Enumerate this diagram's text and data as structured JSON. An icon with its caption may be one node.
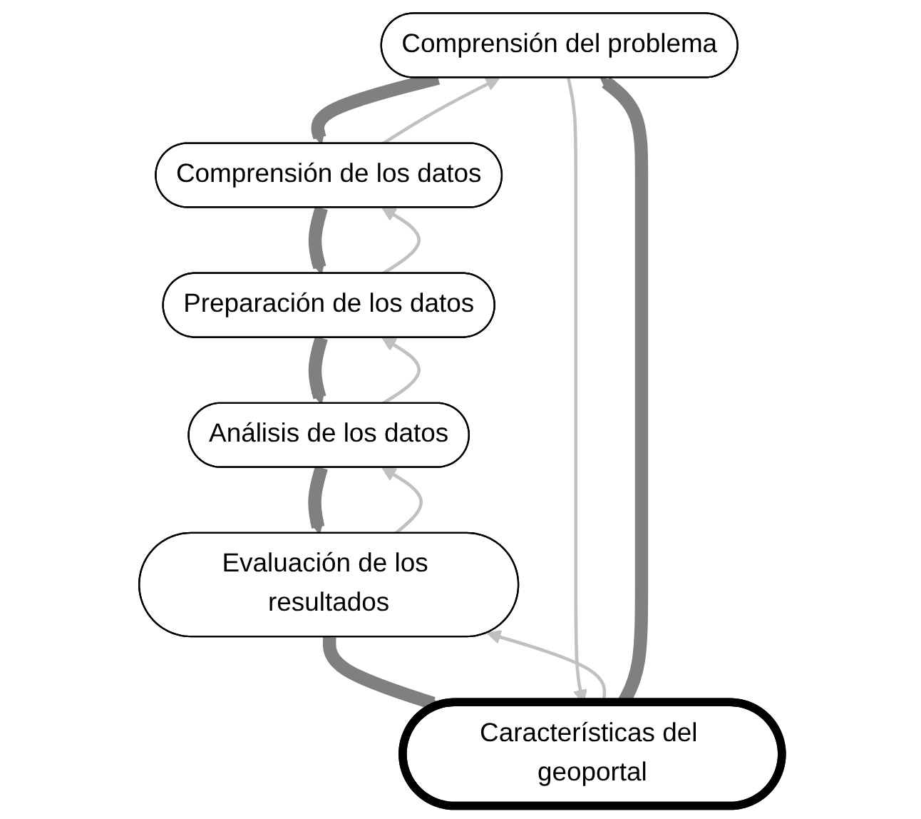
{
  "diagram": {
    "nodes": [
      {
        "text": [
          "Comprensión del problema"
        ]
      },
      {
        "text": [
          "Comprensión de los datos"
        ]
      },
      {
        "text": [
          "Preparación de los datos"
        ]
      },
      {
        "text": [
          "Análisis de los datos"
        ]
      },
      {
        "text": [
          "Evaluación de los resultados"
        ]
      },
      {
        "text": [
          "Características del geoportal"
        ]
      }
    ],
    "edges": [
      {
        "from": 0,
        "to": 1,
        "arrow": "to",
        "style": "thick",
        "color": "#808080"
      },
      {
        "from": 1,
        "to": 0,
        "arrow": "to",
        "color": "#c0c0c0"
      },
      {
        "from": 1,
        "to": 2,
        "arrow": "to",
        "style": "thick",
        "color": "#808080"
      },
      {
        "from": 2,
        "to": 1,
        "arrow": "to",
        "color": "#c0c0c0"
      },
      {
        "from": 2,
        "to": 3,
        "arrow": "to",
        "style": "thick",
        "color": "#808080"
      },
      {
        "from": 3,
        "to": 2,
        "arrow": "to",
        "color": "#c0c0c0"
      },
      {
        "from": 3,
        "to": 4,
        "arrow": "to",
        "style": "thick",
        "color": "#808080"
      },
      {
        "from": 4,
        "to": 3,
        "arrow": "to",
        "color": "#c0c0c0"
      },
      {
        "from": 4,
        "to": 5,
        "arrow": "to",
        "style": "thick",
        "color": "#808080"
      },
      {
        "from": 5,
        "to": 4,
        "arrow": "to",
        "color": "#c0c0c0"
      },
      {
        "from": 5,
        "to": 0,
        "arrow": "to",
        "style": "thick",
        "color": "#808080"
      },
      {
        "from": 0,
        "to": 5,
        "arrow": "to",
        "color": "#c0c0c0"
      }
    ]
  }
}
